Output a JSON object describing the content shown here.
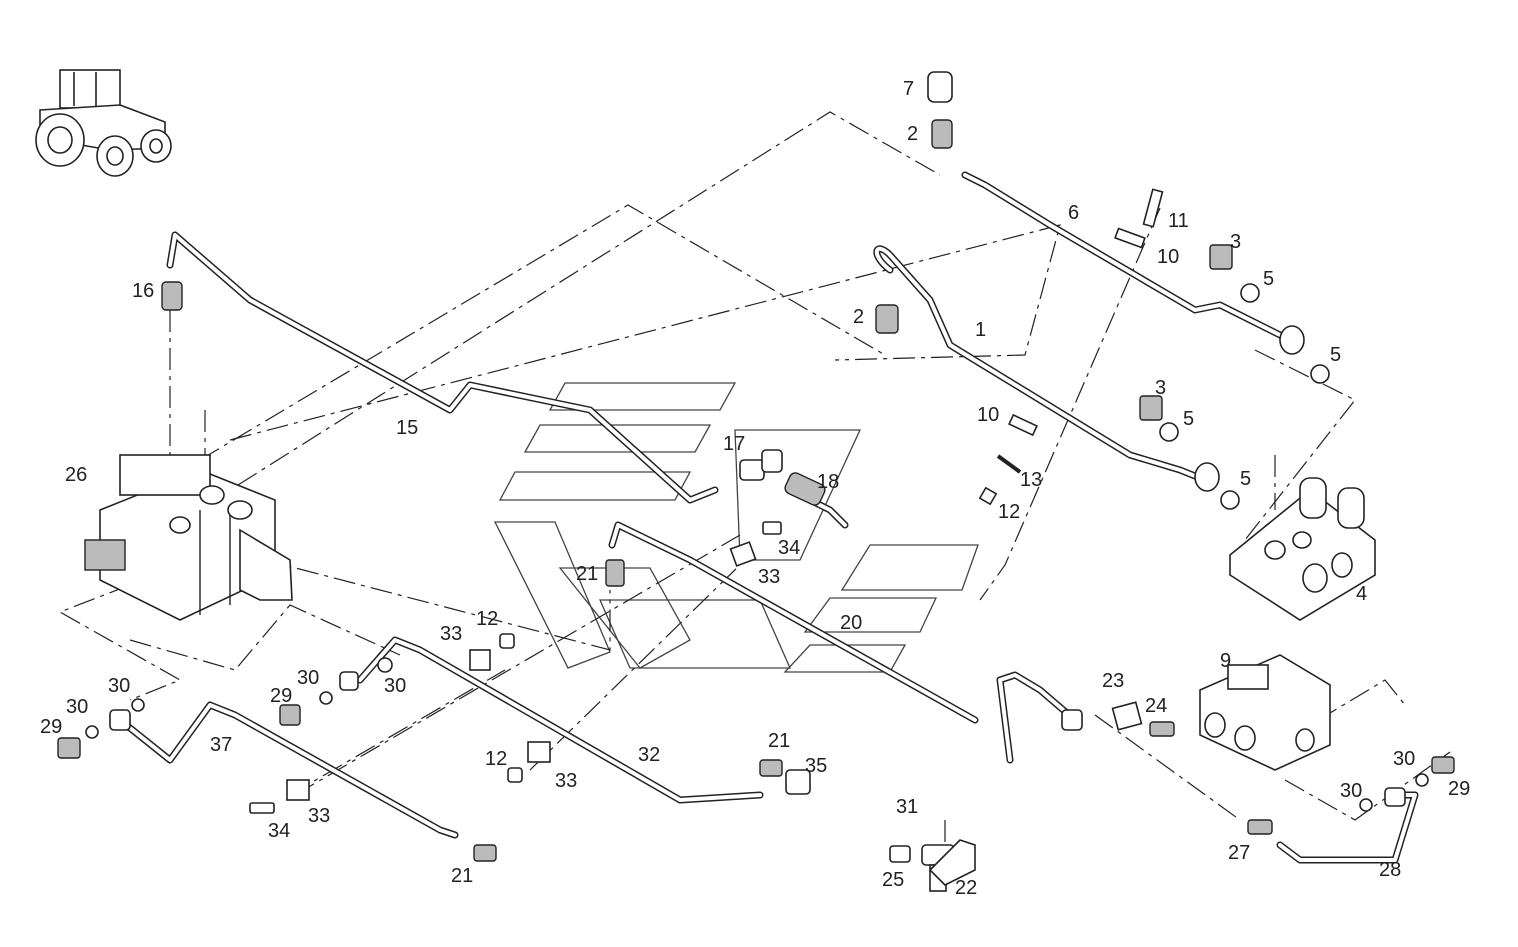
{
  "callouts": [
    {
      "id": "c7",
      "label": "7"
    },
    {
      "id": "c2a",
      "label": "2"
    },
    {
      "id": "c6",
      "label": "6"
    },
    {
      "id": "c11",
      "label": "11"
    },
    {
      "id": "c10a",
      "label": "10"
    },
    {
      "id": "c3a",
      "label": "3"
    },
    {
      "id": "c5a",
      "label": "5"
    },
    {
      "id": "c16",
      "label": "16"
    },
    {
      "id": "c2b",
      "label": "2"
    },
    {
      "id": "c1",
      "label": "1"
    },
    {
      "id": "c5b",
      "label": "5"
    },
    {
      "id": "c3b",
      "label": "3"
    },
    {
      "id": "c5c",
      "label": "5"
    },
    {
      "id": "c10b",
      "label": "10"
    },
    {
      "id": "c15",
      "label": "15"
    },
    {
      "id": "c17",
      "label": "17"
    },
    {
      "id": "c26",
      "label": "26"
    },
    {
      "id": "c13",
      "label": "13"
    },
    {
      "id": "c5d",
      "label": "5"
    },
    {
      "id": "c18",
      "label": "18"
    },
    {
      "id": "c12a",
      "label": "12"
    },
    {
      "id": "c34a",
      "label": "34"
    },
    {
      "id": "c21a",
      "label": "21"
    },
    {
      "id": "c33a",
      "label": "33"
    },
    {
      "id": "c4",
      "label": "4"
    },
    {
      "id": "c20",
      "label": "20"
    },
    {
      "id": "c33b",
      "label": "33"
    },
    {
      "id": "c12b",
      "label": "12"
    },
    {
      "id": "c9",
      "label": "9"
    },
    {
      "id": "c30a",
      "label": "30"
    },
    {
      "id": "c29a",
      "label": "29"
    },
    {
      "id": "c30b",
      "label": "30"
    },
    {
      "id": "c23",
      "label": "23"
    },
    {
      "id": "c30c",
      "label": "30"
    },
    {
      "id": "c24",
      "label": "24"
    },
    {
      "id": "c30d",
      "label": "30"
    },
    {
      "id": "c29b",
      "label": "29"
    },
    {
      "id": "c37",
      "label": "37"
    },
    {
      "id": "c32",
      "label": "32"
    },
    {
      "id": "c21b",
      "label": "21"
    },
    {
      "id": "c12c",
      "label": "12"
    },
    {
      "id": "c35",
      "label": "35"
    },
    {
      "id": "c33c",
      "label": "33"
    },
    {
      "id": "c30e",
      "label": "30"
    },
    {
      "id": "c29c",
      "label": "29"
    },
    {
      "id": "c30f",
      "label": "30"
    },
    {
      "id": "c31",
      "label": "31"
    },
    {
      "id": "c34b",
      "label": "34"
    },
    {
      "id": "c33d",
      "label": "33"
    },
    {
      "id": "c27",
      "label": "27"
    },
    {
      "id": "c28",
      "label": "28"
    },
    {
      "id": "c21c",
      "label": "21"
    },
    {
      "id": "c25",
      "label": "25"
    },
    {
      "id": "c22",
      "label": "22"
    }
  ]
}
